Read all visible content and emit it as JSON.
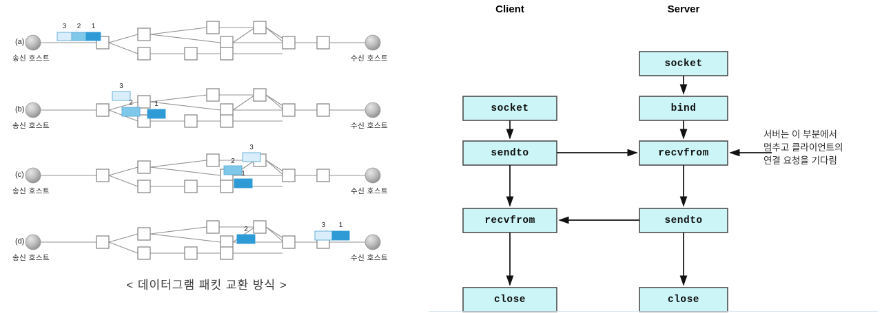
{
  "left_figure": {
    "caption": "< 데이터그램 패킷 교환 방식 >",
    "sender_label": "송신 호스트",
    "receiver_label": "수신 호스트",
    "packet_labels": [
      "3",
      "2",
      "1"
    ],
    "colors": {
      "packet_1": "#2e9bd6",
      "packet_2": "#7fc8ea",
      "packet_3": "#d9eefa",
      "node_stroke": "#808080",
      "link": "#909090",
      "host_fill": "#b8b8b8"
    },
    "rows": [
      {
        "id": "a",
        "label": "(a)",
        "packets": [
          {
            "num": "3",
            "shade": "packet_3"
          },
          {
            "num": "2",
            "shade": "packet_2"
          },
          {
            "num": "1",
            "shade": "packet_1"
          }
        ]
      },
      {
        "id": "b",
        "label": "(b)",
        "packets": [
          {
            "num": "3",
            "shade": "packet_3"
          },
          {
            "num": "2",
            "shade": "packet_2"
          },
          {
            "num": "1",
            "shade": "packet_1"
          }
        ]
      },
      {
        "id": "c",
        "label": "(c)",
        "packets": [
          {
            "num": "3",
            "shade": "packet_3"
          },
          {
            "num": "2",
            "shade": "packet_2"
          },
          {
            "num": "1",
            "shade": "packet_1"
          }
        ]
      },
      {
        "id": "d",
        "label": "(d)",
        "packets": [
          {
            "num": "2",
            "shade": "packet_2"
          },
          {
            "num": "3",
            "shade": "packet_3"
          },
          {
            "num": "1",
            "shade": "packet_1"
          }
        ]
      }
    ]
  },
  "right_figure": {
    "columns": [
      {
        "id": "client",
        "title": "Client"
      },
      {
        "id": "server",
        "title": "Server"
      }
    ],
    "client_steps": [
      {
        "label": "socket"
      },
      {
        "label": "sendto"
      },
      {
        "label": "recvfrom"
      },
      {
        "label": "close"
      }
    ],
    "server_steps": [
      {
        "label": "socket"
      },
      {
        "label": "bind"
      },
      {
        "label": "recvfrom"
      },
      {
        "label": "sendto"
      },
      {
        "label": "close"
      }
    ],
    "annotation": {
      "line1": "서버는 이 부분에서",
      "line2": "멈추고 클라이언트의",
      "line3": "연결 요청을 기다림"
    },
    "colors": {
      "box_fill": "#ccf5f7",
      "box_stroke": "#4d4d4d",
      "arrow": "#111111"
    }
  }
}
